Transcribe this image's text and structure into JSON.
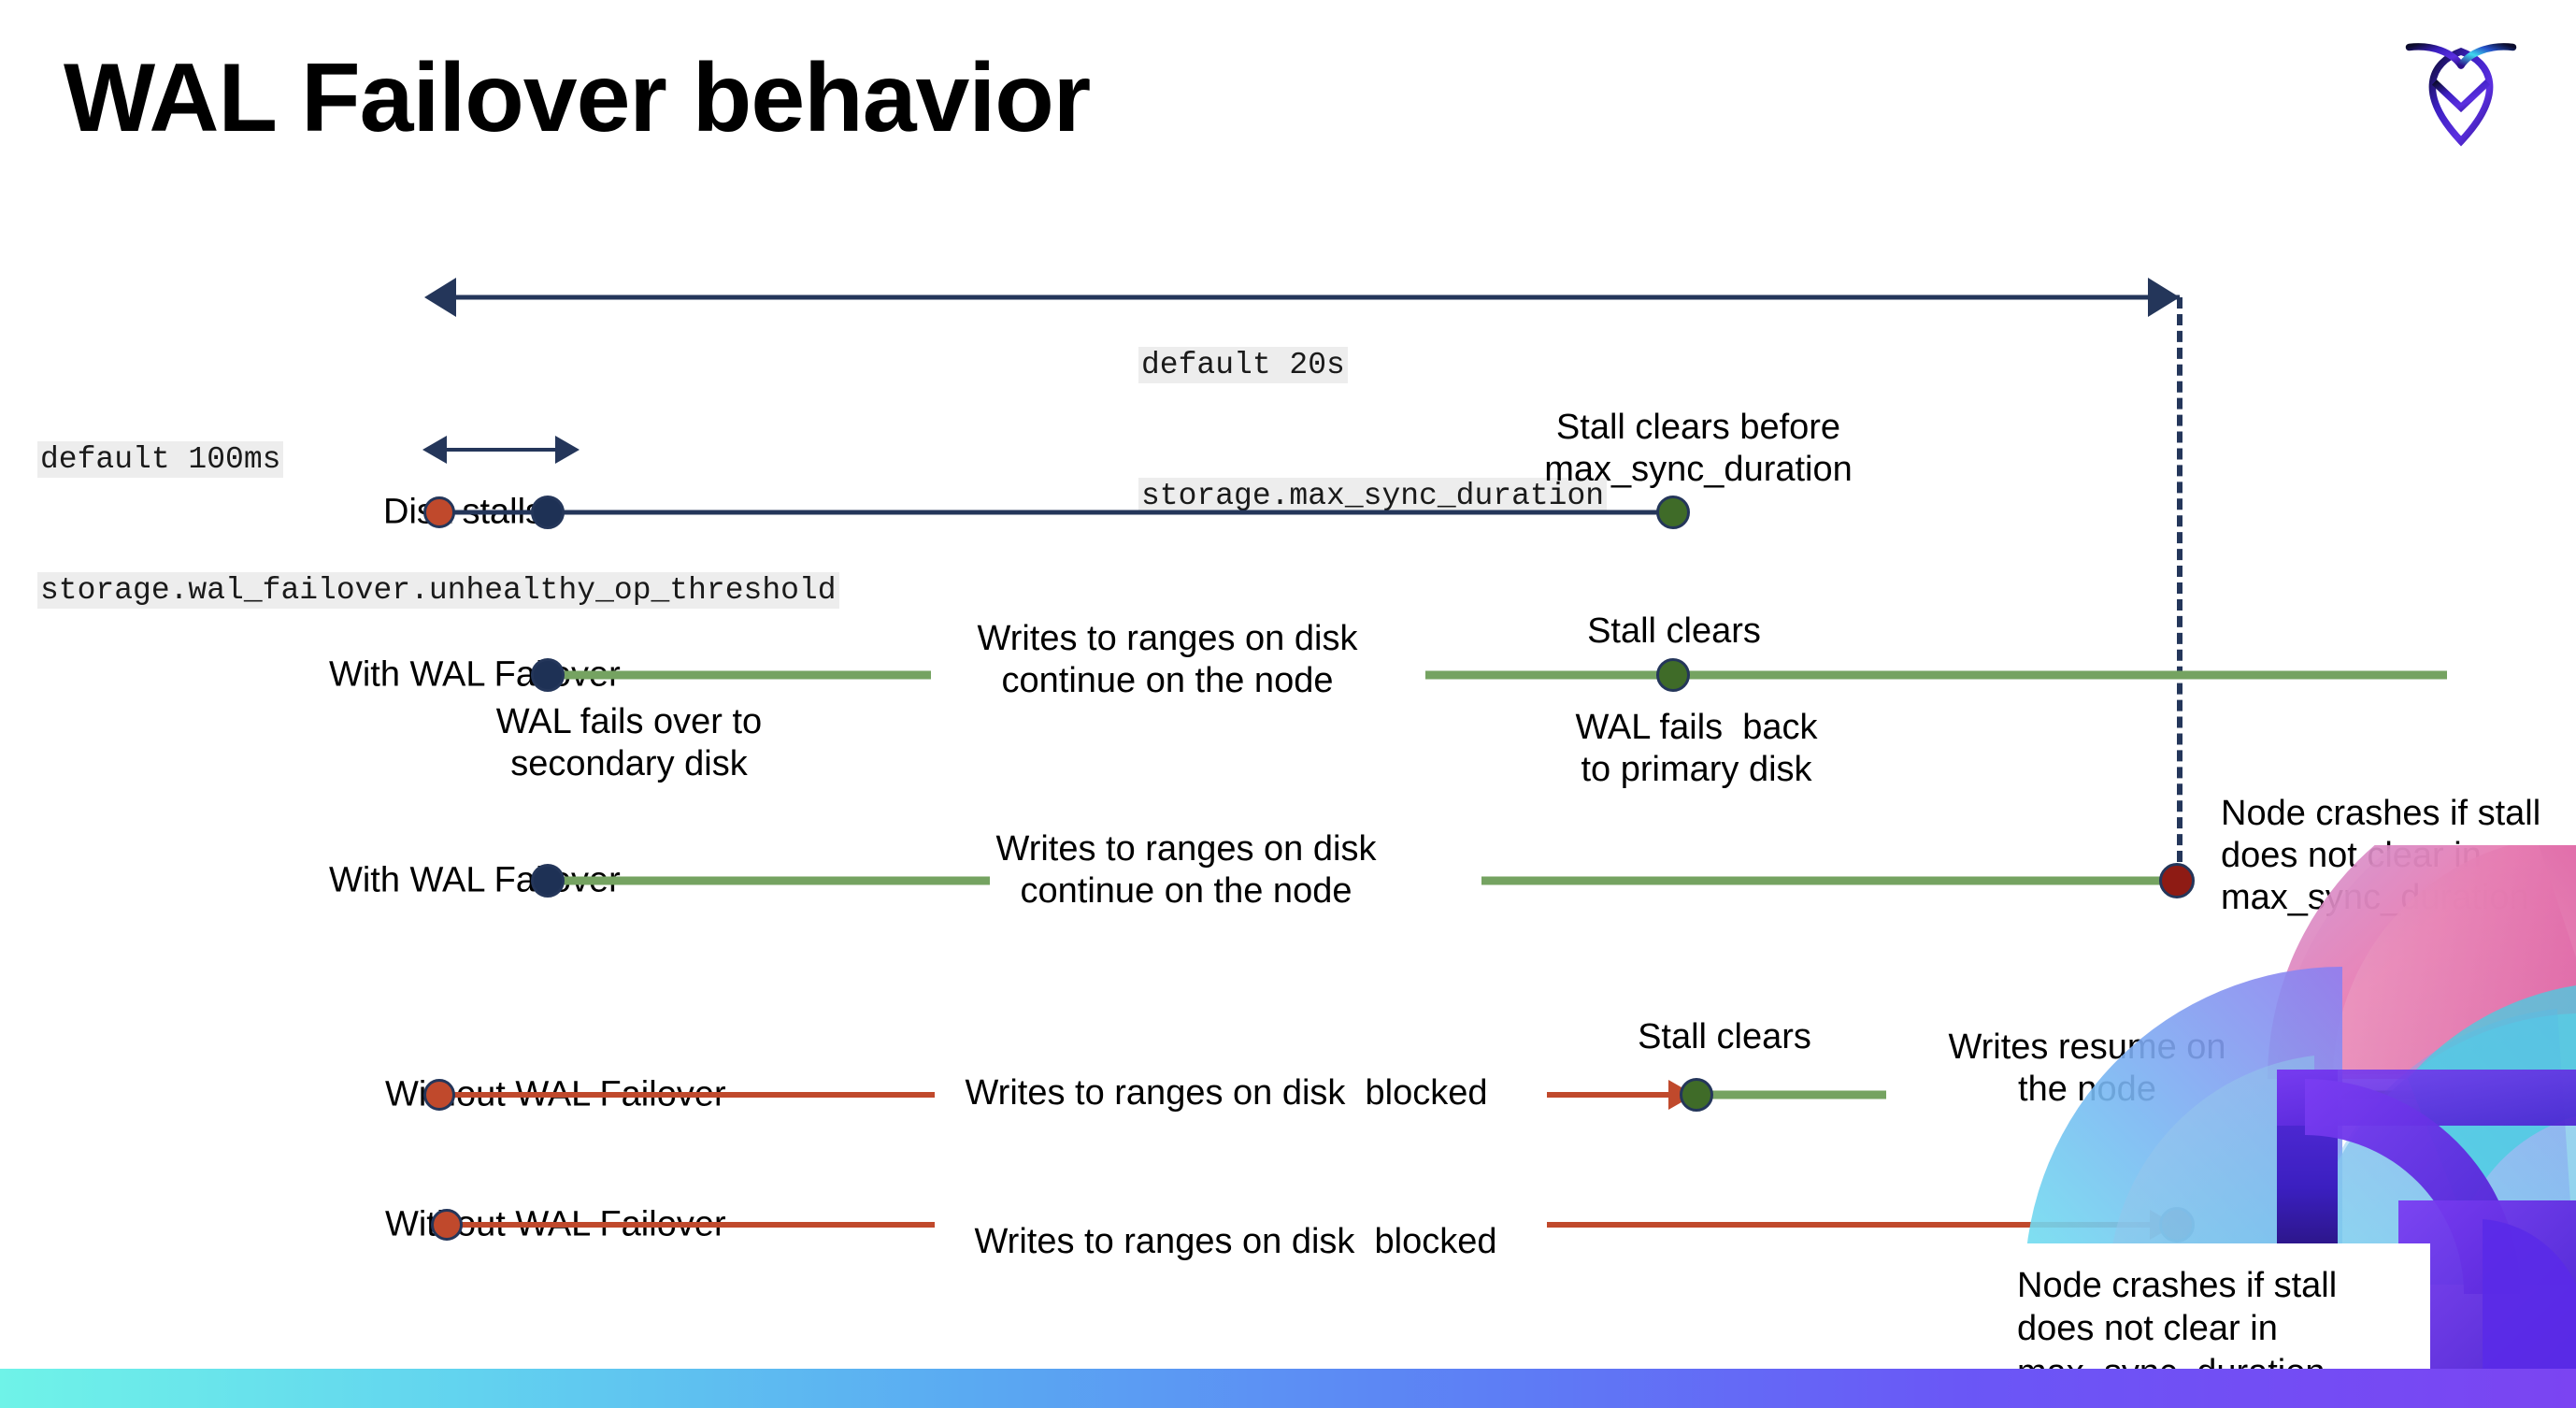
{
  "slide": {
    "title": "WAL Failover behavior",
    "logo_name": "cockroachdb-logo"
  },
  "annotations": {
    "max_sync": {
      "default": "default 20s",
      "setting": "storage.max_sync_duration"
    },
    "unhealthy_op": {
      "default": "default 100ms",
      "setting": "storage.wal_failover.unhealthy_op_threshold"
    }
  },
  "rows": [
    {
      "label": "Disk stalls",
      "note_right": "Stall clears before\nmax_sync_duration"
    },
    {
      "label": "With WAL Failover",
      "note_mid": "Writes to ranges on disk\ncontinue on the node",
      "note_below_start": "WAL fails over to\nsecondary disk",
      "note_above_clear": "Stall clears",
      "note_below_clear": "WAL fails  back\nto primary disk"
    },
    {
      "label": "With WAL Failover",
      "note_mid": "Writes to ranges on disk\ncontinue on the node",
      "note_right": "Node crashes if stall\ndoes not clear in\nmax_sync_duration"
    },
    {
      "label": "Without WAL Failover",
      "note_mid": "Writes to ranges on disk  blocked",
      "note_above_clear": "Stall clears",
      "note_resume": "Writes resume on\nthe node"
    },
    {
      "label": "Without WAL Failover",
      "note_mid": "Writes to ranges on disk  blocked",
      "note_callout": "Node crashes if stall\ndoes not clear in\nmax_sync_duration"
    }
  ],
  "colors": {
    "navy": "#24365a",
    "green_line": "#75a361",
    "red_line": "#c0492c",
    "dot_red": "#c0492c",
    "dot_navy": "#1e3155",
    "dot_green": "#3f6b28",
    "dot_darkred": "#8e1b14",
    "code_chip_bg": "#ededed"
  }
}
